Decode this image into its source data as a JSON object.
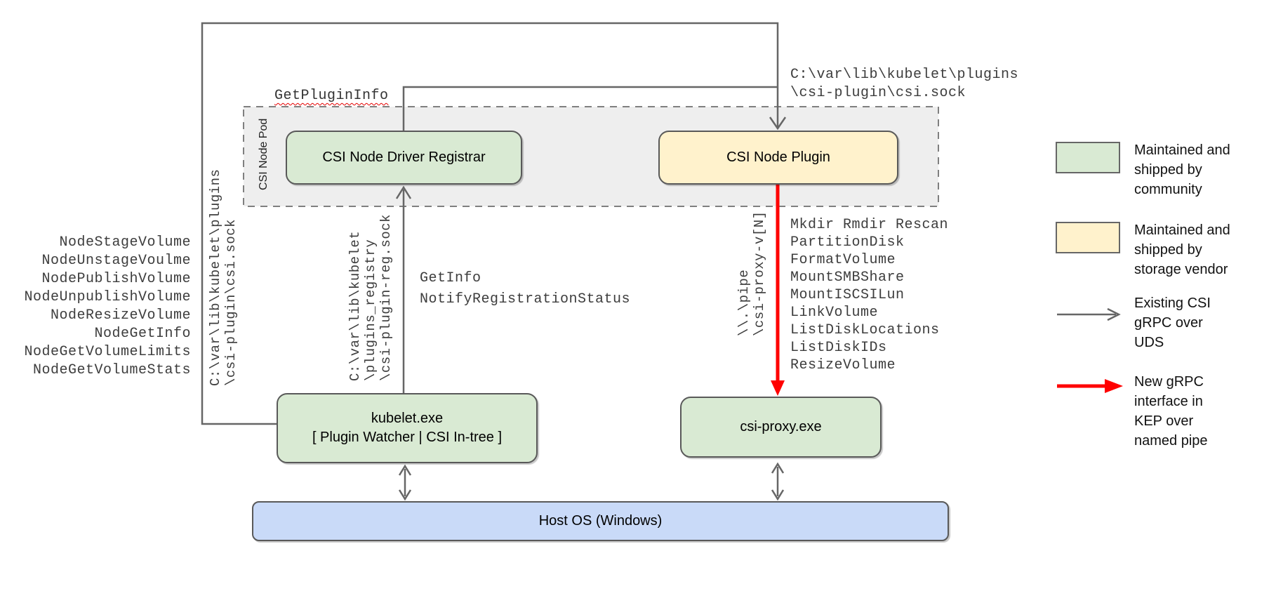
{
  "diagram": {
    "pod": {
      "label": "CSI Node Pod"
    },
    "nodes": {
      "registrar": "CSI Node Driver Registrar",
      "plugin": "CSI Node Plugin",
      "kubelet": "kubelet.exe\n[ Plugin Watcher | CSI In-tree ]",
      "csi_proxy": "csi-proxy.exe",
      "host_os": "Host OS (Windows)"
    },
    "labels": {
      "get_plugin_info": "GetPluginInfo",
      "csi_sock_top": "C:\\var\\lib\\kubelet\\plugins\n\\csi-plugin\\csi.sock",
      "csi_sock_left": "C:\\var\\lib\\kubelet\\plugins\n\\csi-plugin\\csi.sock",
      "reg_sock": "C:\\var\\lib\\kubelet\n\\plugins_registry\n\\csi-plugin-reg.sock",
      "registration_calls": "GetInfo\nNotifyRegistrationStatus",
      "named_pipe": "\\\\.\\pipe\n\\csi-proxy-v[N]"
    },
    "kubelet_csi_calls": [
      "NodeStageVolume",
      "NodeUnstageVoulme",
      "NodePublishVolume",
      "NodeUnpublishVolume",
      "NodeResizeVolume",
      "NodeGetInfo",
      "NodeGetVolumeLimits",
      "NodeGetVolumeStats"
    ],
    "proxy_api_calls": [
      "Mkdir Rmdir Rescan",
      "PartitionDisk",
      "FormatVolume",
      "MountSMBShare",
      "MountISCSILun",
      "LinkVolume",
      "ListDiskLocations",
      "ListDiskIDs",
      "ResizeVolume"
    ]
  },
  "legend": {
    "community": "Maintained and\nshipped by\ncommunity",
    "vendor": "Maintained and\nshipped by\nstorage vendor",
    "uds_arrow": "Existing CSI\ngRPC over\nUDS",
    "pipe_arrow": "New gRPC\ninterface in\nKEP over\nnamed pipe"
  },
  "colors": {
    "community": "#d9ead3",
    "vendor": "#fff2cc",
    "host": "#c9daf8",
    "pod_bg": "#eeeeee",
    "uds_line": "#666666",
    "pipe_line": "#ff0000"
  }
}
